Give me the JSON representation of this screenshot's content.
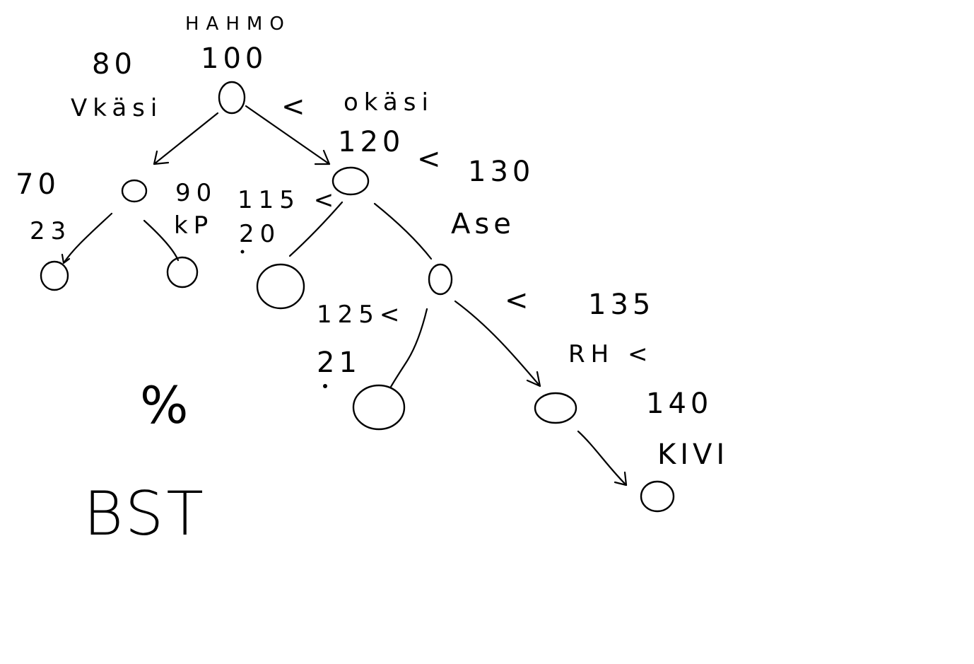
{
  "diagram": {
    "title": "BST",
    "percent_sign": "%",
    "labels": {
      "root_name": "HAHMO",
      "root_key": "100",
      "left_key": "80",
      "left_name": "Vkäsi",
      "lt_symbol_1": "<",
      "right_name": "okäsi",
      "right_key": "120",
      "lt_symbol_2": "<",
      "key_130": "130",
      "key_70": "70",
      "key_90": "90",
      "val_23": "23",
      "val_kp": "kP",
      "key_115": "115 <",
      "val_20": "20",
      "name_ase": "Ase",
      "key_125": "125<",
      "val_21": "21",
      "lt_symbol_3": "<",
      "key_135": "135",
      "name_rh": "RH <",
      "key_140": "140",
      "name_kivi": "KIVI"
    }
  }
}
